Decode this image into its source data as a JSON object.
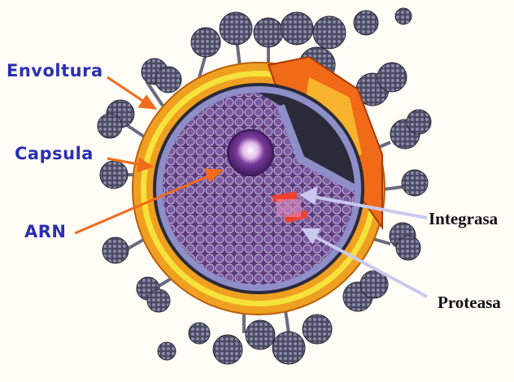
{
  "diagram": {
    "subject": "Virus (VIH) cross-section",
    "background_color": "#fffdf6",
    "labels_left": [
      {
        "id": "envoltura",
        "text": "Envoltura",
        "color": "#2b2fb5",
        "arrow_color": "#f26a1b"
      },
      {
        "id": "capsula",
        "text": "Capsula",
        "color": "#2b2fb5",
        "arrow_color": "#f26a1b"
      },
      {
        "id": "arn",
        "text": "ARN",
        "color": "#2b2fb5",
        "arrow_color": "#f26a1b"
      }
    ],
    "labels_right": [
      {
        "id": "integrasa",
        "text": "Integrasa",
        "color": "#111111",
        "arrow_color": "#c9c9f0"
      },
      {
        "id": "proteasa",
        "text": "Proteasa",
        "color": "#111111",
        "arrow_color": "#c9c9f0"
      }
    ],
    "colors": {
      "envelope_outer": "#f0a020",
      "envelope_inner": "#f5e23a",
      "capsid_band": "#8e8ec8",
      "core": "#6e4a8e",
      "cutaway": "#f06a18",
      "spike": "#55556a"
    }
  }
}
